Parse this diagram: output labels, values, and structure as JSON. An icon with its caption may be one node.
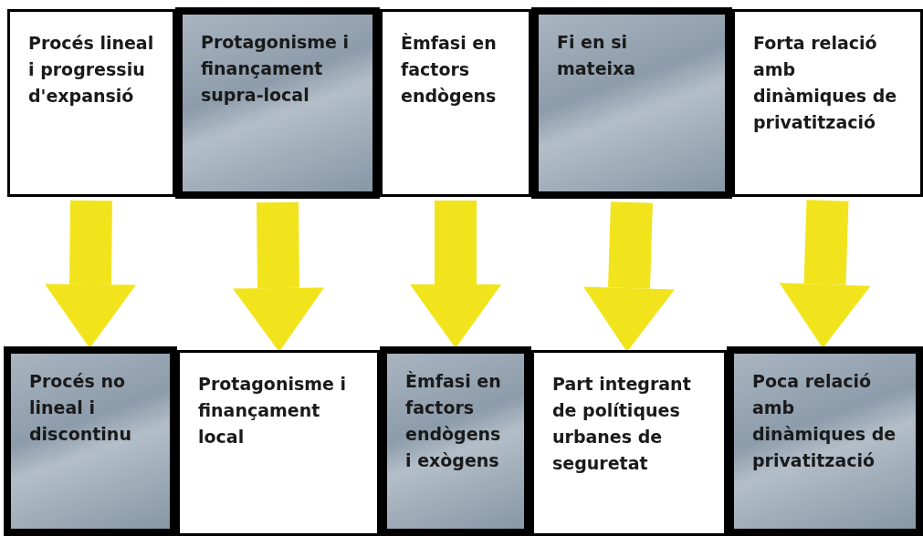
{
  "diagram": {
    "nodes": [
      {
        "text": [
          "Procés lineal i progressiu d'expansió"
        ]
      },
      {
        "text": [
          "Protagonisme i finançament supra-local"
        ]
      },
      {
        "text": [
          "Èmfasi en factors endògens"
        ]
      },
      {
        "text": [
          "Fi en si mateixa"
        ]
      },
      {
        "text": [
          "Forta relació amb dinàmiques de privatització"
        ]
      },
      {
        "text": [
          "Procés no lineal i discontinu"
        ]
      },
      {
        "text": [
          "Protagonisme i finançament local"
        ]
      },
      {
        "text": [
          "Èmfasi en factors endògens i exògens"
        ]
      },
      {
        "text": [
          "Part integrant de polítiques urbanes de seguretat"
        ]
      },
      {
        "text": [
          "Poca relació amb dinàmiques de privatització"
        ]
      }
    ],
    "edges": [
      {
        "from": 0,
        "to": 5,
        "arrow": "to"
      },
      {
        "from": 1,
        "to": 6,
        "arrow": "to"
      },
      {
        "from": 2,
        "to": 7,
        "arrow": "to"
      },
      {
        "from": 3,
        "to": 8,
        "arrow": "to"
      },
      {
        "from": 4,
        "to": 9,
        "arrow": "to"
      }
    ]
  }
}
